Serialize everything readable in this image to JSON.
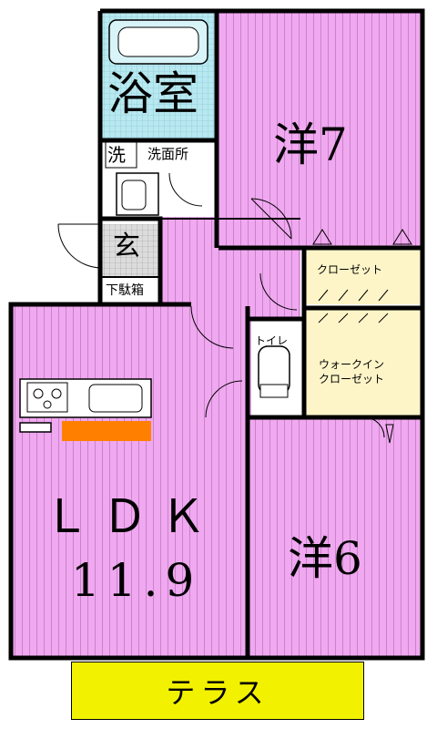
{
  "rooms": {
    "bath": {
      "label": "浴室"
    },
    "western7": {
      "label": "洋7"
    },
    "washroom_mark": {
      "label": "洗"
    },
    "washroom": {
      "label": "洗面所"
    },
    "entrance": {
      "label": "玄"
    },
    "shoe_box": {
      "label": "下駄箱"
    },
    "closet": {
      "label": "クローゼット"
    },
    "toilet": {
      "label": "トイレ"
    },
    "walkin": {
      "label_line1": "ウォークイン",
      "label_line2": "クローゼット"
    },
    "ldk": {
      "label": "ＬＤＫ",
      "size": "11.9"
    },
    "western6": {
      "label": "洋6"
    },
    "terrace": {
      "label": "テラス"
    }
  },
  "colors": {
    "room_fill": "#f0a8f0",
    "closet_fill": "#fdf5c8",
    "bath_fill": "#b8e8f0",
    "entrance_fill": "#c8c8c8",
    "terrace_fill": "#f2f200",
    "counter_accent": "#ff8000",
    "wall": "#000000"
  }
}
